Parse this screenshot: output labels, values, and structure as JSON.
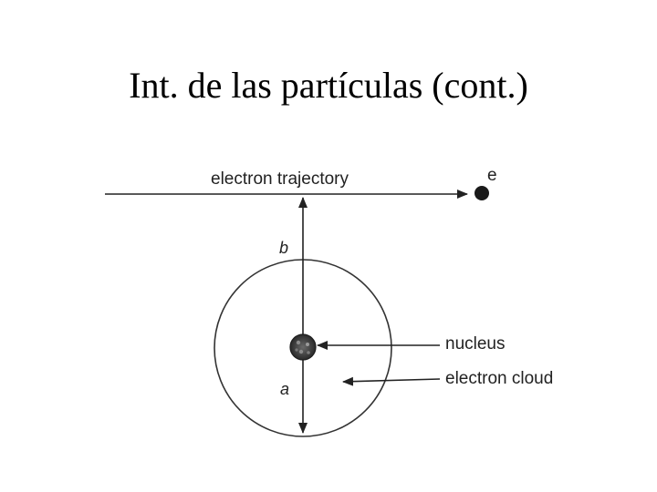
{
  "slide": {
    "title": "Int. de las partículas (cont.)"
  },
  "diagram": {
    "labels": {
      "trajectory": "electron trajectory",
      "electron": "e",
      "impact_parameter": "b",
      "atomic_radius": "a",
      "nucleus": "nucleus",
      "electron_cloud": "electron cloud"
    },
    "colors": {
      "ink": "#222222",
      "nucleus_fill": "#3a3a3a"
    }
  }
}
